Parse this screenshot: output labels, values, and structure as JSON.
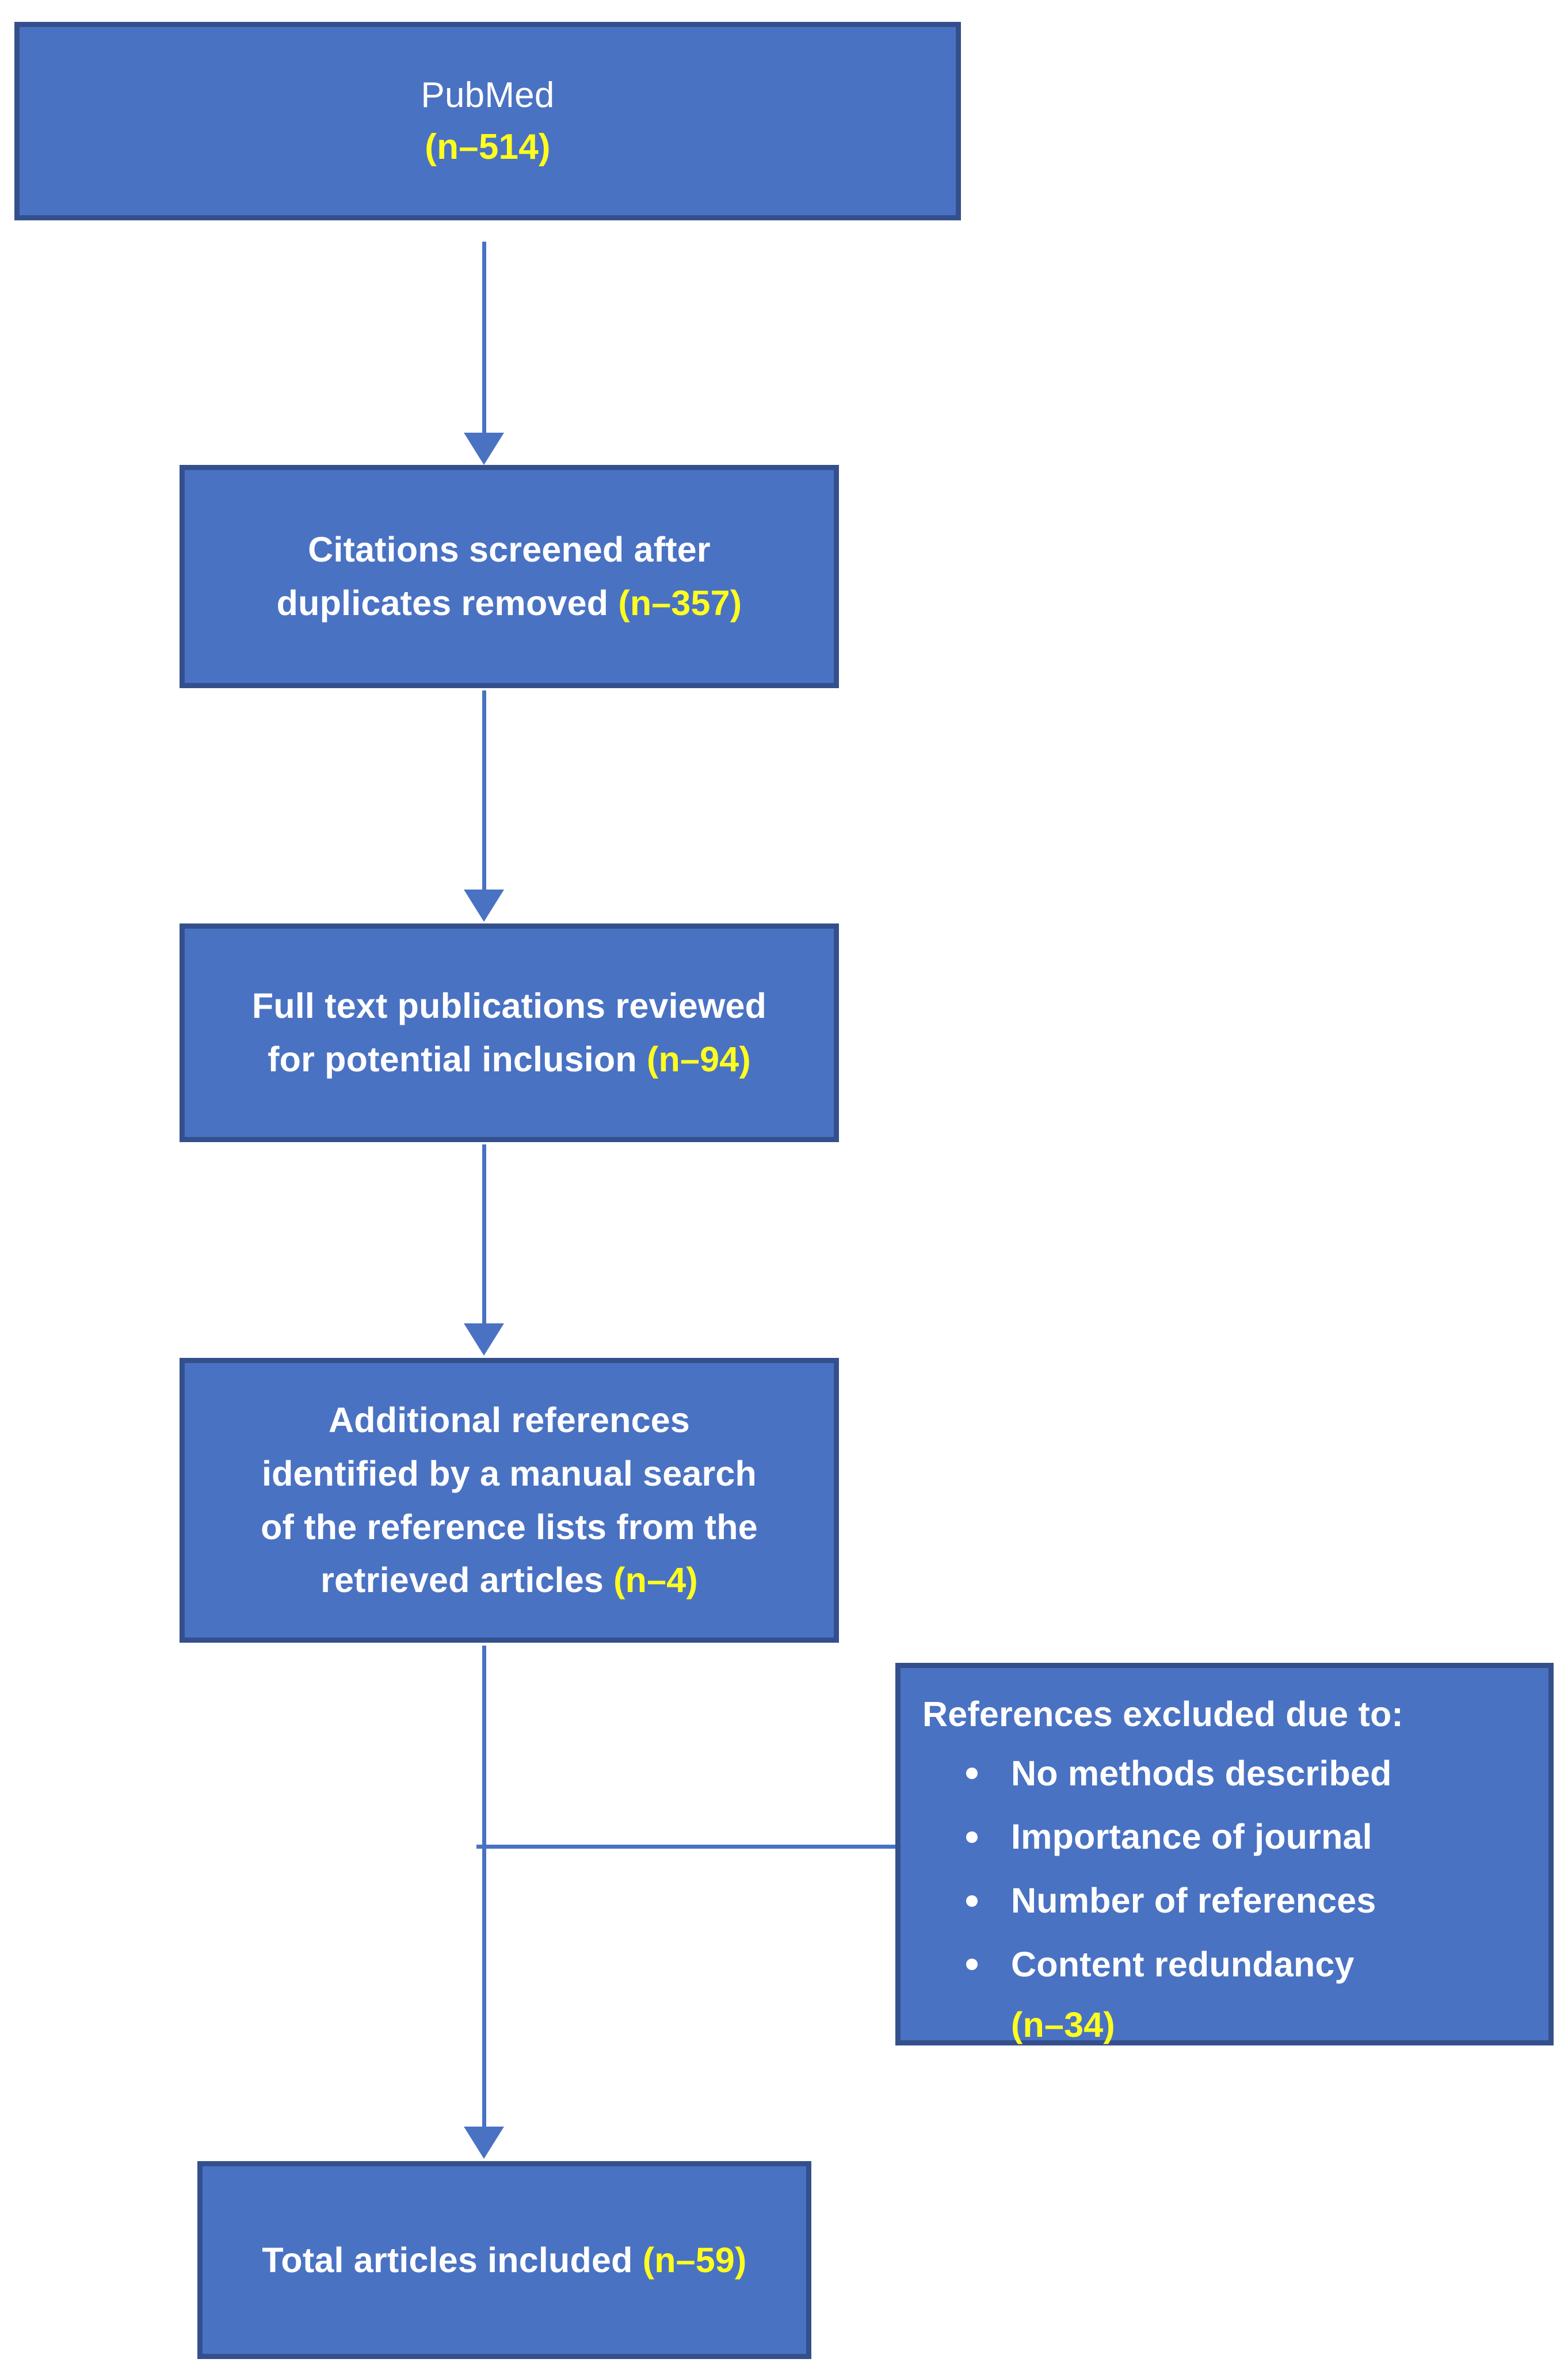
{
  "diagram": {
    "title": "PRISMA literature selection flow diagram",
    "colors": {
      "node_fill": "#4a72c3",
      "node_border": "#34508c",
      "text": "#ffffff",
      "count_text": "#ffff1f",
      "connector": "#4a72c3",
      "background": "#ffffff"
    },
    "nodes": {
      "pubmed": {
        "label": "PubMed",
        "count": "(n–514)"
      },
      "screened": {
        "line1": "Citations screened after",
        "line2": "duplicates removed ",
        "count": "(n–357)"
      },
      "fulltext": {
        "line1": "Full text publications reviewed",
        "line2": "for potential inclusion ",
        "count": "(n–94)"
      },
      "additional": {
        "line1": "Additional references",
        "line2": "identified by a manual search",
        "line3": "of the reference lists from the",
        "line4": "retrieved articles ",
        "count": "(n–4)"
      },
      "excluded": {
        "heading": "References excluded due to:",
        "reasons": [
          "No methods described",
          "Importance of journal",
          "Number of references",
          "Content redundancy"
        ],
        "count": "(n–34)"
      },
      "total": {
        "label": "Total articles included ",
        "count": "(n–59)"
      }
    },
    "connectors": [
      {
        "name": "pubmed-to-screened",
        "type": "arrow-down"
      },
      {
        "name": "screened-to-fulltext",
        "type": "arrow-down"
      },
      {
        "name": "fulltext-to-additional",
        "type": "arrow-down"
      },
      {
        "name": "additional-to-total",
        "type": "arrow-down"
      },
      {
        "name": "additional-to-excluded",
        "type": "line-right"
      }
    ]
  }
}
